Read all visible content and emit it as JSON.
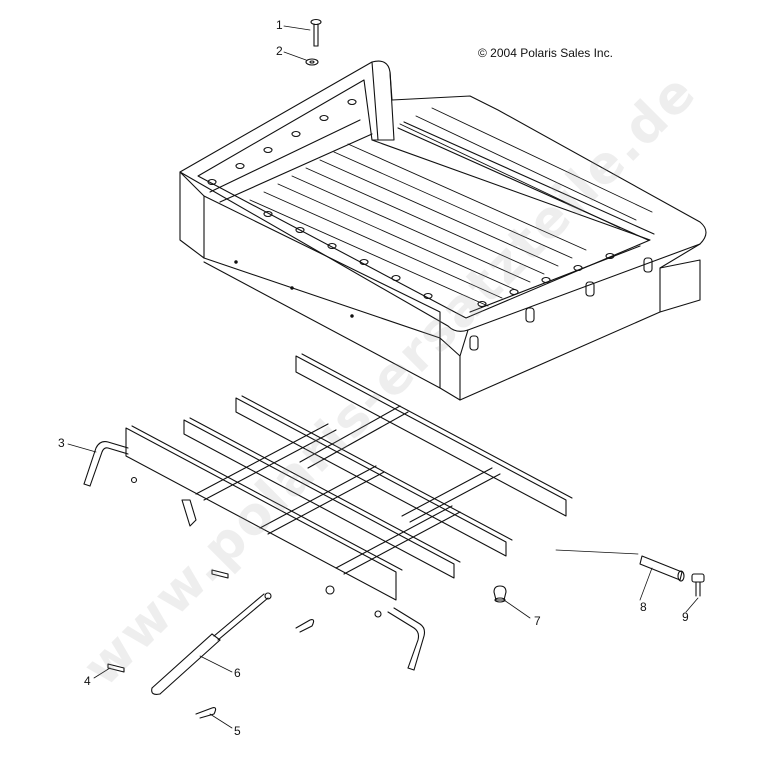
{
  "copyright": "© 2004 Polaris Sales Inc.",
  "watermark": "www.polaris-ersatzteile.de",
  "callouts": {
    "c1": "1",
    "c2": "2",
    "c3": "3",
    "c4": "4",
    "c5": "5",
    "c6": "6",
    "c7": "7",
    "c8": "8",
    "c9": "9"
  },
  "colors": {
    "line": "#111111",
    "background": "#ffffff",
    "watermark": "#a0a0a0"
  }
}
